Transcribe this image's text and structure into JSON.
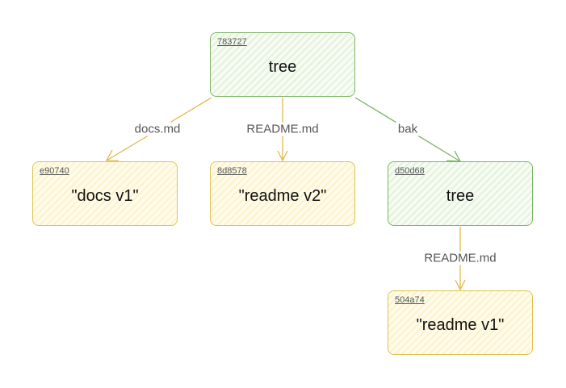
{
  "nodes": {
    "root": {
      "hash": "783727",
      "label": "tree",
      "kind": "tree"
    },
    "docs": {
      "hash": "e90740",
      "label": "\"docs v1\"",
      "kind": "blob"
    },
    "readme2": {
      "hash": "8d8578",
      "label": "\"readme v2\"",
      "kind": "blob"
    },
    "bak": {
      "hash": "d50d68",
      "label": "tree",
      "kind": "tree"
    },
    "readme1": {
      "hash": "504a74",
      "label": "\"readme v1\"",
      "kind": "blob"
    }
  },
  "edges": {
    "root_docs": {
      "label": "docs.md",
      "color": "#e0b84a"
    },
    "root_readme2": {
      "label": "README.md",
      "color": "#e0b84a"
    },
    "root_bak": {
      "label": "bak",
      "color": "#7cb564"
    },
    "bak_readme1": {
      "label": "README.md",
      "color": "#e0b84a"
    }
  }
}
